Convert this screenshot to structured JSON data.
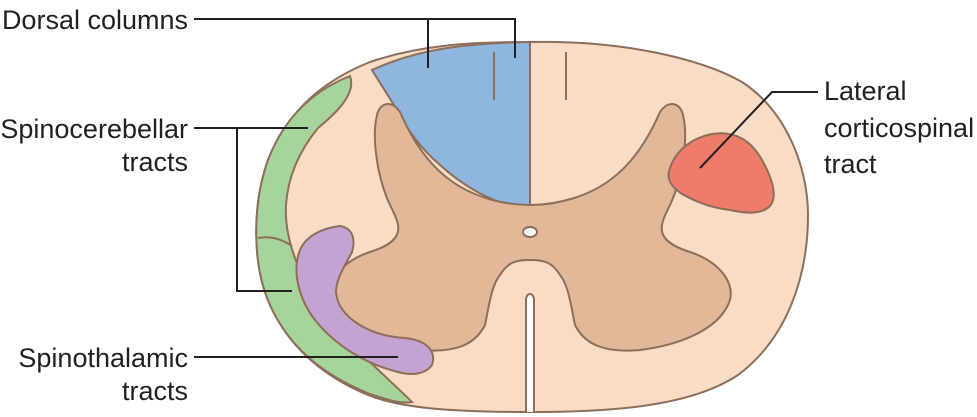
{
  "labels": {
    "dorsal_columns": "Dorsal columns",
    "spinocerebellar_line1": "Spinocerebellar",
    "spinocerebellar_line2": "tracts",
    "spinothalamic_line1": "Spinothalamic",
    "spinothalamic_line2": "tracts",
    "lateral_line1": "Lateral",
    "lateral_line2": "corticospinal",
    "lateral_line3": "tract"
  },
  "colors": {
    "white_matter": "#f8dcc5",
    "grey_matter": "#e2b898",
    "dorsal_columns": "#8fb6df",
    "spinocerebellar": "#a6d59c",
    "spinothalamic": "#c4a3d2",
    "corticospinal": "#ef7b6b",
    "outline": "#8c6e5a",
    "text": "#231f20"
  }
}
